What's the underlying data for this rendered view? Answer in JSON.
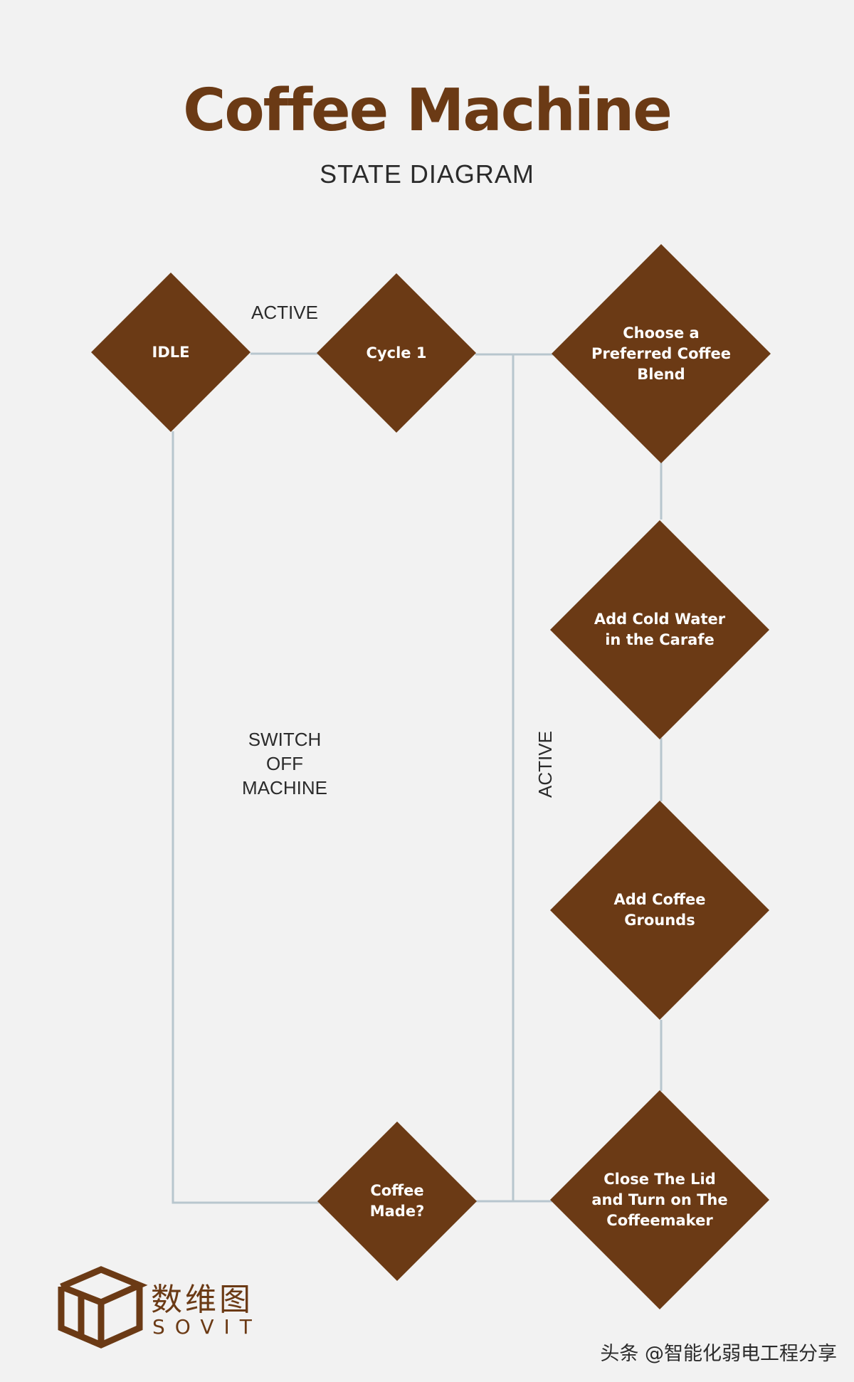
{
  "title": "Coffee Machine",
  "subtitle": "STATE DIAGRAM",
  "colors": {
    "node": "#6b3a15",
    "edge": "#b8c6ce",
    "background": "#f2f2f2"
  },
  "nodes": {
    "idle": "IDLE",
    "cycle1": "Cycle 1",
    "choose": "Choose a\nPreferred Coffee\nBlend",
    "water": "Add Cold Water\nin the Carafe",
    "grounds": "Add Coffee\nGrounds",
    "close": "Close The Lid\nand Turn on The\nCoffeemaker",
    "made": "Coffee\nMade?"
  },
  "edge_labels": {
    "idle_to_cycle": "ACTIVE",
    "switch_off": "SWITCH\nOFF\nMACHINE",
    "active_vertical": "ACTIVE"
  },
  "logo": {
    "name_cn": "数维图",
    "name_en": "SOVIT",
    "icon": "cube-logo-icon"
  },
  "watermark": "头条 @智能化弱电工程分享"
}
